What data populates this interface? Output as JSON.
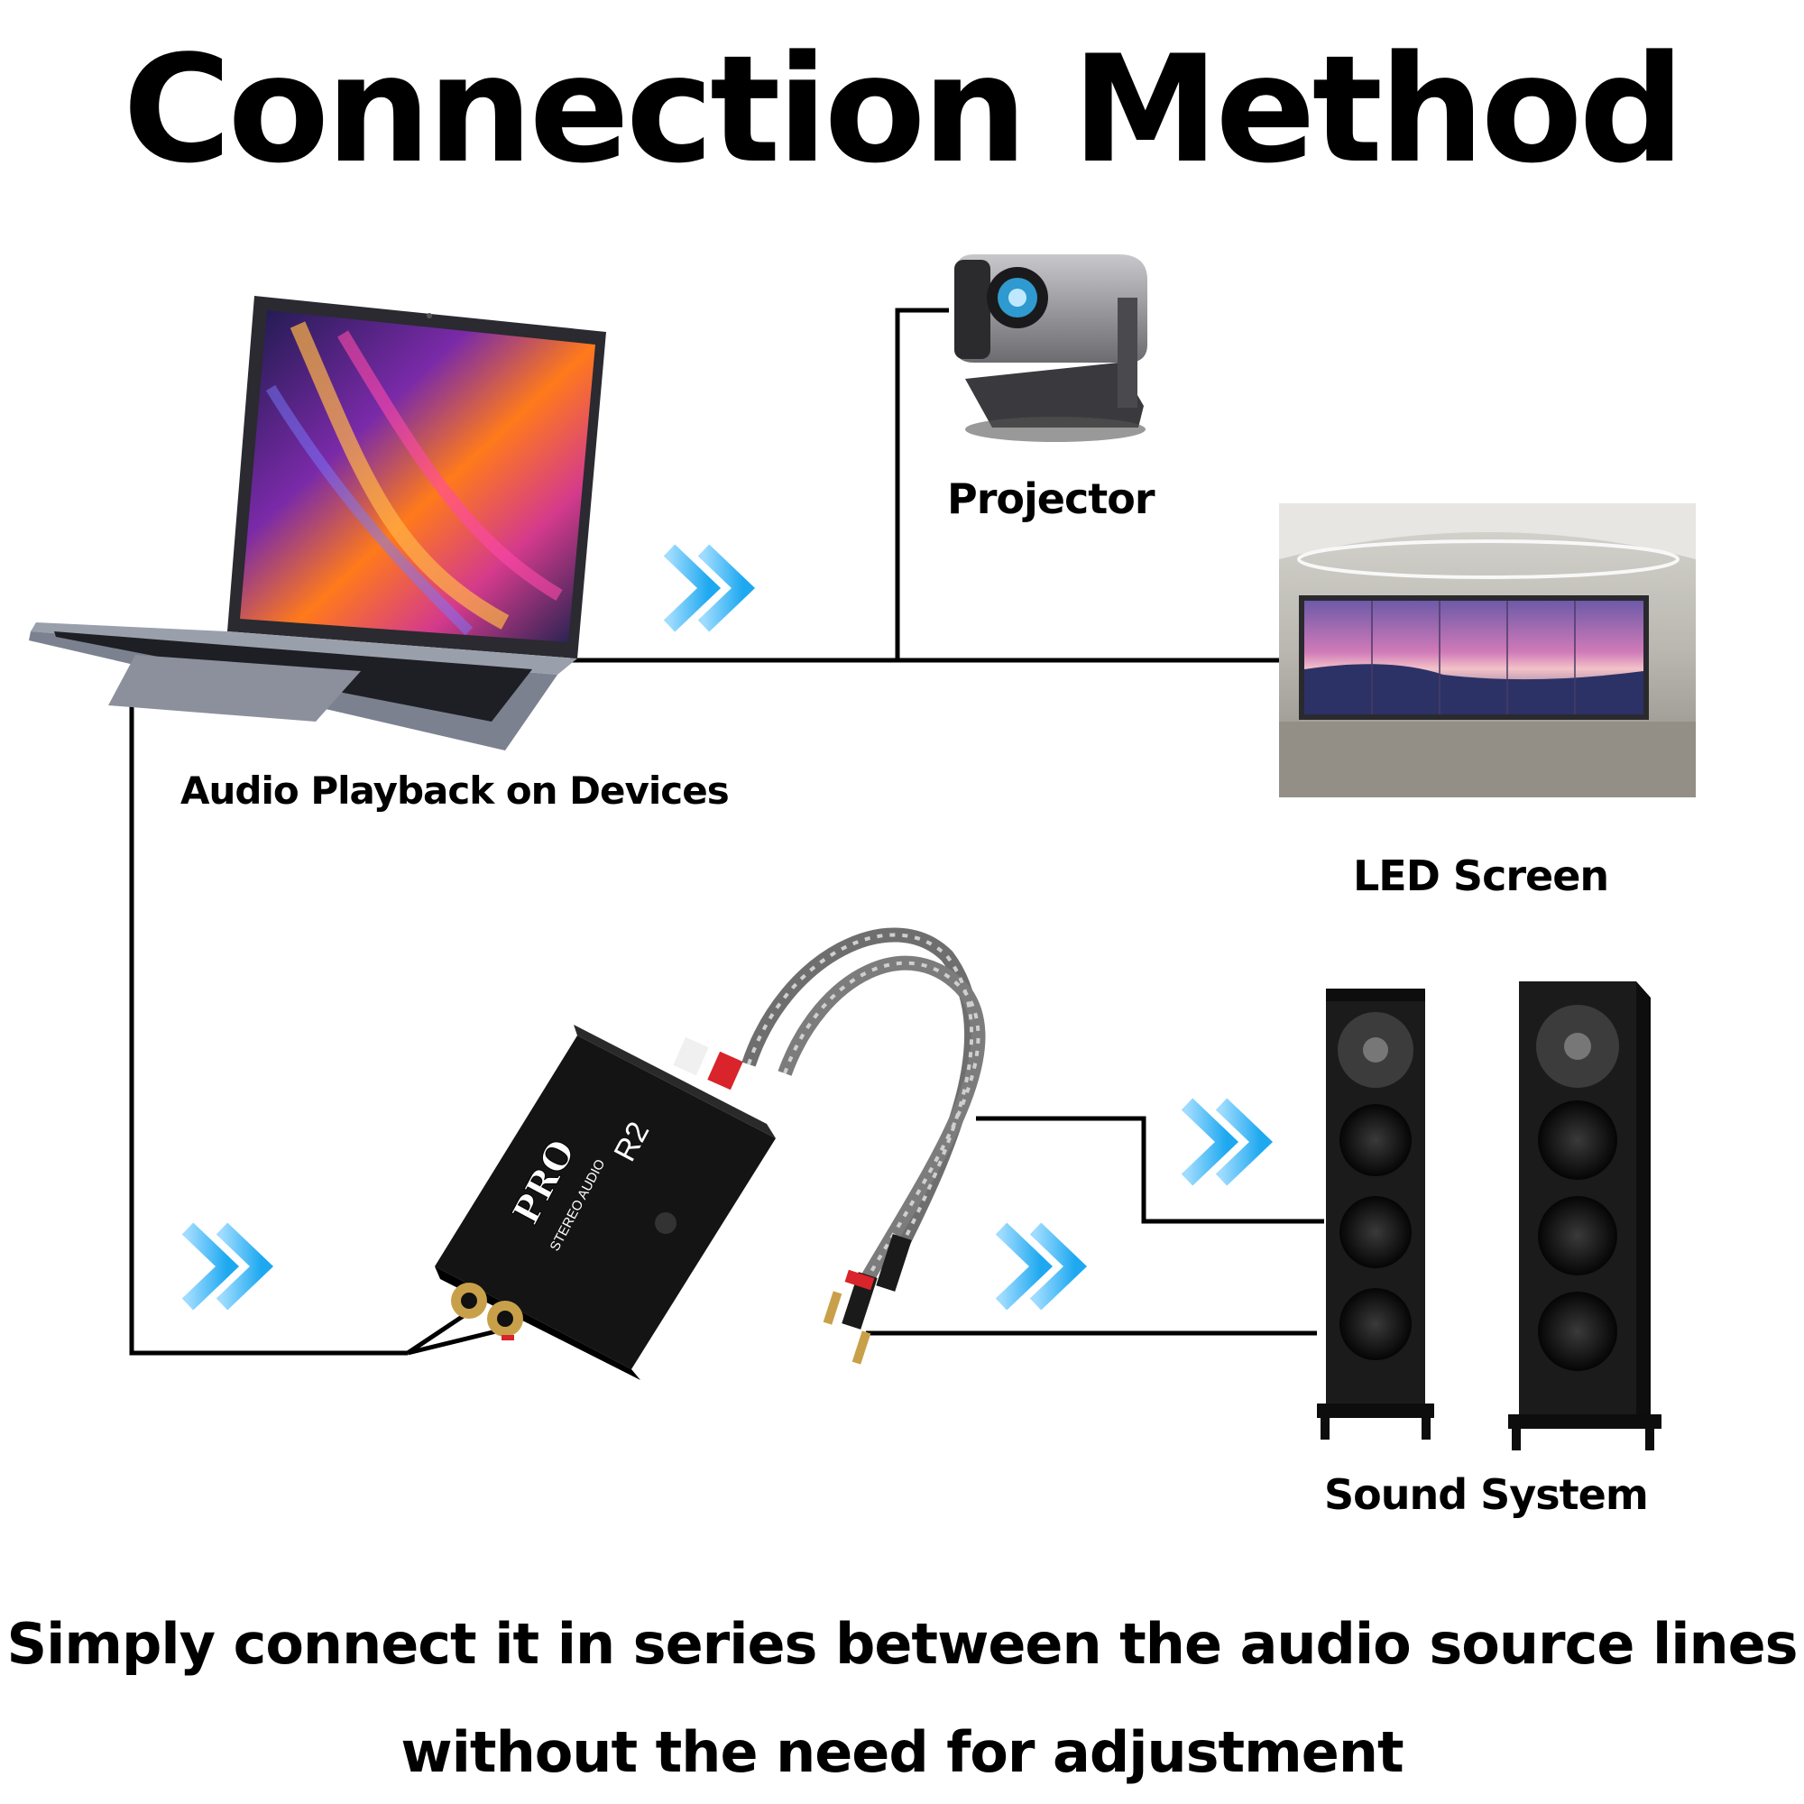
{
  "title": "Connection Method",
  "labels": {
    "laptop": "Audio Playback on Devices",
    "projector": "Projector",
    "led_screen": "LED Screen",
    "sound_system": "Sound System"
  },
  "device": {
    "brand": "PRO",
    "model": "R2",
    "subtitle": "STEREO AUDIO"
  },
  "caption": {
    "line1": "Simply connect it in series between the audio source lines",
    "line2": "without the need for adjustment"
  },
  "colors": {
    "arrow": "#1da8f0",
    "line": "#000000",
    "rca_red": "#d8242a"
  },
  "icons": [
    "laptop-icon",
    "projector-icon",
    "led-screen-icon",
    "speaker-icon",
    "audio-isolator-icon",
    "chevron-arrow-icon"
  ]
}
